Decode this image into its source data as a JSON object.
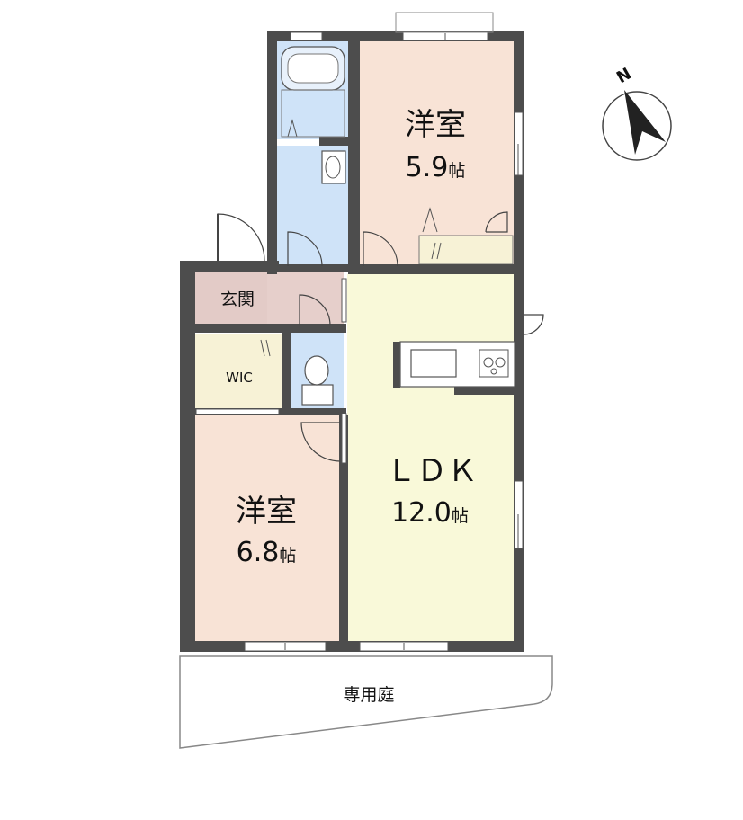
{
  "rooms": {
    "western_upper": {
      "name": "洋室",
      "size": "5.9",
      "unit": "帖"
    },
    "western_lower": {
      "name": "洋室",
      "size": "6.8",
      "unit": "帖"
    },
    "ldk": {
      "name": "ＬＤＫ",
      "size": "12.0",
      "unit": "帖"
    },
    "entrance": {
      "name": "玄関"
    },
    "wic": {
      "name": "WIC"
    }
  },
  "garden": {
    "name": "専用庭"
  },
  "compass": {
    "north": "N"
  },
  "colors": {
    "wall": "#4d4d4d",
    "western_room": "#f8e3d6",
    "ldk": "#f9f9d9",
    "wet_area": "#cfe3f8",
    "entrance": "#e6cfcb",
    "closet": "#f7f2d6",
    "outline": "#888888"
  }
}
